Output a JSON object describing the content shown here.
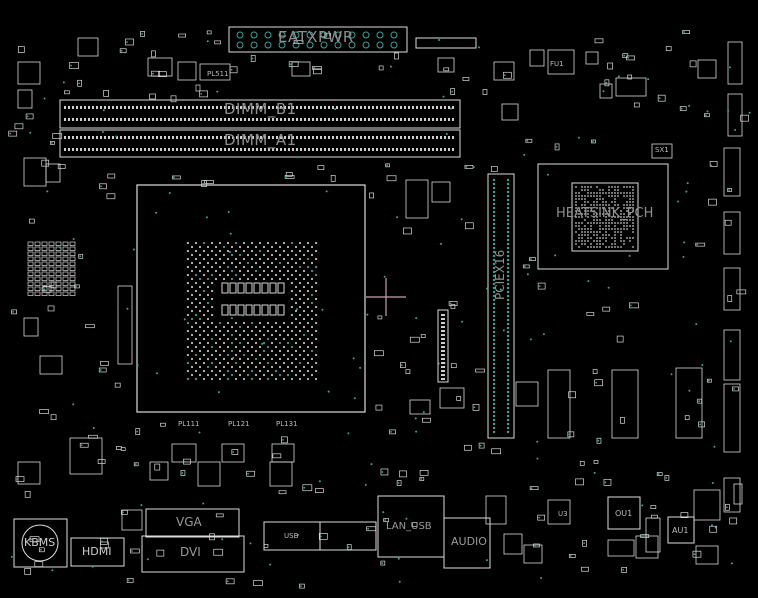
{
  "board": {
    "background": "#000000",
    "outline_color": "#d8d8d8",
    "pad_color": "#3aa39a",
    "cursor_color": "#c9a0b0"
  },
  "labels": {
    "eatxpwr": "EATXPWR",
    "dimm_b1": "DIMM_B1",
    "dimm_a1": "DIMM_A1",
    "heatsink_pch": "HEATSINK_PCH",
    "pcie": "PCIEX16",
    "pl511": "PL511",
    "pl111": "PL111",
    "pl121": "PL121",
    "pl131": "PL131",
    "kbms": "KBMS",
    "hdmi": "HDMI",
    "vga": "VGA",
    "dvi": "DVI",
    "lan_usb": "LAN_USB",
    "audio": "AUDIO",
    "ou1": "OU1",
    "au1": "AU1",
    "fu1": "FU1",
    "sx1": "SX1",
    "u3": "U3",
    "usb": "USB"
  },
  "components": {
    "cpu_socket": "cpu-socket",
    "pch": "pch-chip",
    "memory_slots": [
      "dimm-b1",
      "dimm-a1"
    ],
    "rear_io": [
      "kbms",
      "hdmi",
      "vga",
      "dvi",
      "lan-usb",
      "audio"
    ]
  }
}
